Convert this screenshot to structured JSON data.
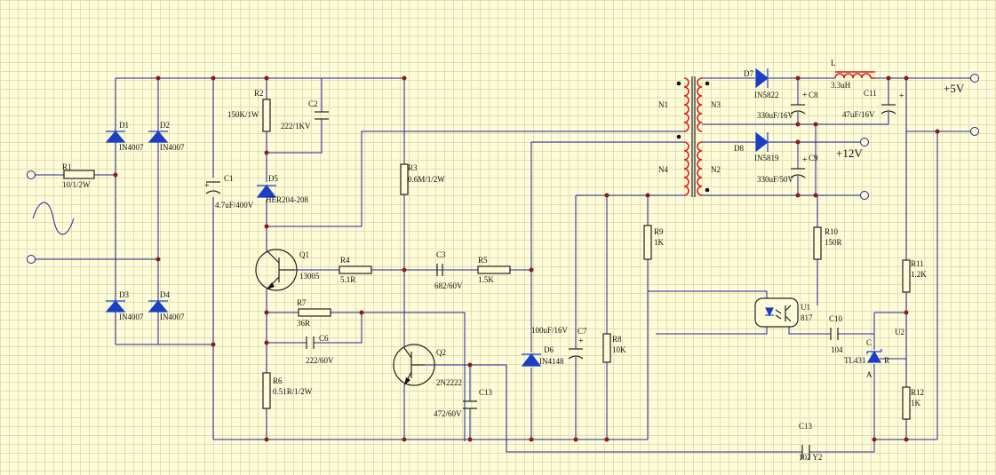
{
  "components": {
    "R1": {
      "ref": "R1",
      "value": "10/1/2W"
    },
    "R2": {
      "ref": "R2",
      "value": "150K/1W"
    },
    "R3": {
      "ref": "R3",
      "value": "0.6M/1/2W"
    },
    "R4": {
      "ref": "R4",
      "value": "5.1R"
    },
    "R5": {
      "ref": "R5",
      "value": "1.5K"
    },
    "R6": {
      "ref": "R6",
      "value": "0.51R/1/2W"
    },
    "R7": {
      "ref": "R7",
      "value": "36R"
    },
    "R8": {
      "ref": "R8",
      "value": "10K"
    },
    "R9": {
      "ref": "R9",
      "value": "1K"
    },
    "R10": {
      "ref": "R10",
      "value": "150R"
    },
    "R11": {
      "ref": "R11",
      "value": "1.2K"
    },
    "R12": {
      "ref": "R12",
      "value": "1K"
    },
    "C1": {
      "ref": "C1",
      "value": "4.7uF/400V"
    },
    "C2": {
      "ref": "C2",
      "value": "222/1KV"
    },
    "C3": {
      "ref": "C3",
      "value": "682/60V"
    },
    "C6": {
      "ref": "C6",
      "value": "222/60V"
    },
    "C7": {
      "ref": "C7",
      "value": "100uF/16V"
    },
    "C8": {
      "ref": "C8",
      "value": "330uF/16V"
    },
    "C9": {
      "ref": "C9",
      "value": "330uF/50V"
    },
    "C10": {
      "ref": "C10",
      "value": "104"
    },
    "C11": {
      "ref": "C11",
      "value": "47uF/16V"
    },
    "C13a": {
      "ref": "C13",
      "value": "472/60V"
    },
    "C13b": {
      "ref": "C13",
      "value": "102  Y2"
    },
    "D1": {
      "ref": "D1",
      "value": "IN4007"
    },
    "D2": {
      "ref": "D2",
      "value": "IN4007"
    },
    "D3": {
      "ref": "D3",
      "value": "IN4007"
    },
    "D4": {
      "ref": "D4",
      "value": "IN4007"
    },
    "D5": {
      "ref": "D5",
      "value": "HER204-208"
    },
    "D6": {
      "ref": "D6",
      "value": "IN4148"
    },
    "D7": {
      "ref": "D7",
      "value": "IN5822"
    },
    "D8": {
      "ref": "D8",
      "value": "IN5819"
    },
    "Q1": {
      "ref": "Q1",
      "value": "13005"
    },
    "Q2": {
      "ref": "Q2",
      "value": "2N2222"
    },
    "U1": {
      "ref": "U1",
      "value": "817"
    },
    "U2": {
      "ref": "U2",
      "value": "TL431"
    },
    "L": {
      "ref": "L",
      "value": "3.3uH"
    }
  },
  "transformer": {
    "n1": "N1",
    "n2": "N2",
    "n3": "N3",
    "n4": "N4"
  },
  "tl431_pins": {
    "c": "C",
    "r": "R",
    "a": "A"
  },
  "outputs": {
    "v5": "+5V",
    "v12": "+12V"
  },
  "polarity": {
    "plus": "+"
  }
}
